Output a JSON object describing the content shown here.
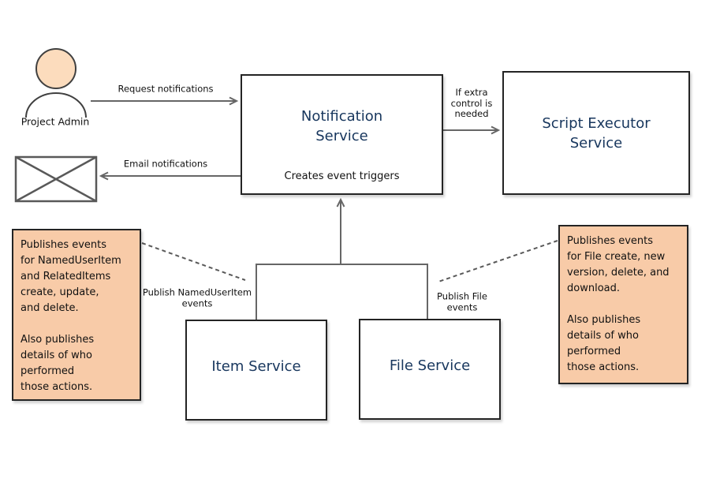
{
  "diagram": {
    "actor": {
      "label": "Project Admin"
    },
    "nodes": {
      "notification": {
        "title": "Notification Service",
        "subtitle": "Creates event triggers"
      },
      "script_executor": {
        "title": "Script Executor Service"
      },
      "item": {
        "title": "Item Service"
      },
      "file": {
        "title": "File Service"
      }
    },
    "edges": {
      "request": {
        "label": "Request notifications"
      },
      "email": {
        "label": "Email notifications"
      },
      "if_extra": {
        "label": "If extra\ncontrol is\nneeded"
      },
      "publish_named": {
        "label": "Publish NamedUserItem\nevents"
      },
      "publish_file": {
        "label": "Publish File\nevents"
      }
    },
    "notes": {
      "left": {
        "text": "Publishes events\nfor NamedUserItem\nand RelatedItems\ncreate, update,\nand delete.\n\nAlso publishes\ndetails of who\nperformed\nthose actions."
      },
      "right": {
        "text": "Publishes events\nfor File create, new\nversion, delete, and\ndownload.\n\nAlso publishes\ndetails of who\nperformed\nthose actions."
      }
    },
    "colors": {
      "accent_navy": "#17365D",
      "note_fill": "#F8CBA8",
      "actor_head_fill": "#FCDCBD",
      "line_gray": "#666666",
      "border_dark": "#242424"
    }
  }
}
